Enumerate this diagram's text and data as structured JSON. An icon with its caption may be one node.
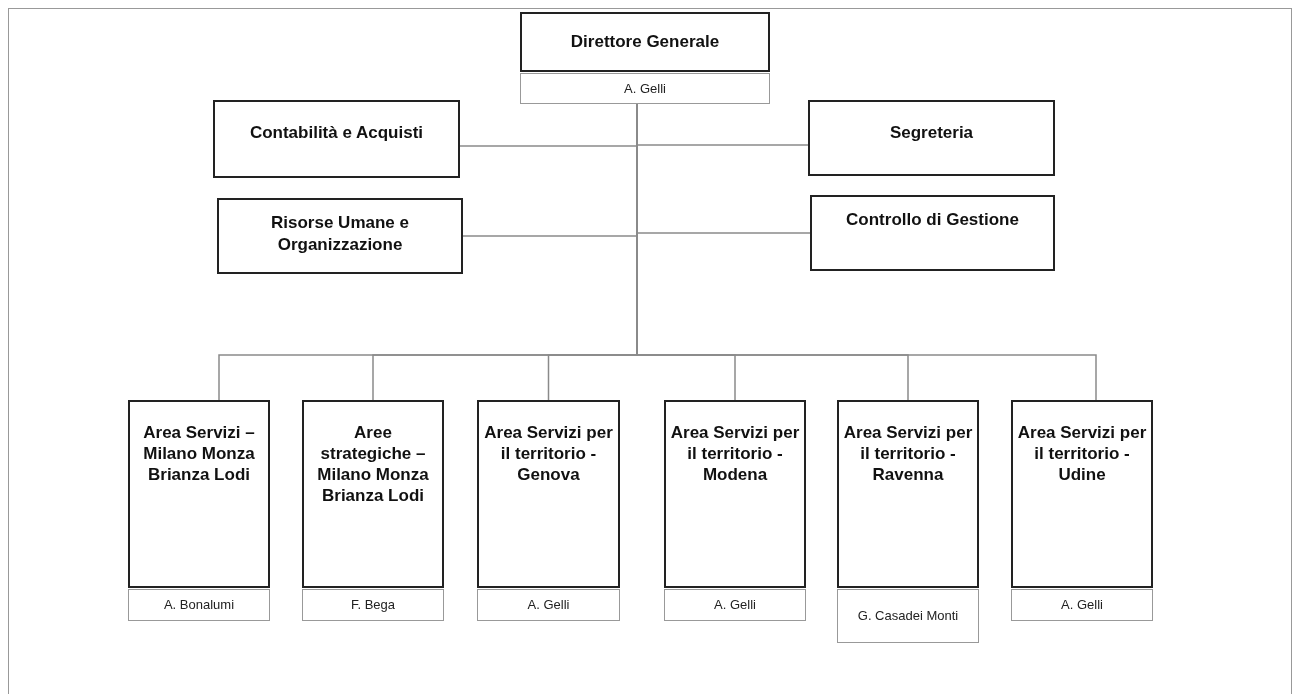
{
  "diagram": {
    "nodes": [
      {
        "text": [
          "Direttore Generale"
        ],
        "beside": [
          "A. Gelli"
        ]
      },
      {
        "text": [
          "Contabilità e Acquisti"
        ]
      },
      {
        "text": [
          "Segreteria"
        ]
      },
      {
        "text": [
          "Risorse Umane e Organizzazione"
        ]
      },
      {
        "text": [
          "Controllo di Gestione"
        ]
      },
      {
        "text": [
          "Area Servizi – Milano Monza Brianza Lodi"
        ],
        "beside": [
          "A. Bonalumi"
        ]
      },
      {
        "text": [
          "Aree strategiche – Milano Monza Brianza Lodi"
        ],
        "beside": [
          "F. Bega"
        ]
      },
      {
        "text": [
          "Area Servizi per il territorio - Genova"
        ],
        "beside": [
          "A. Gelli"
        ]
      },
      {
        "text": [
          "Area Servizi per il territorio - Modena"
        ],
        "beside": [
          "A. Gelli"
        ]
      },
      {
        "text": [
          "Area Servizi per il territorio - Ravenna"
        ],
        "beside": [
          "G. Casadei Monti"
        ]
      },
      {
        "text": [
          "Area Servizi per il territorio - Udine"
        ],
        "beside": [
          "A. Gelli"
        ]
      }
    ],
    "edges": [
      {
        "from": 0,
        "to": 1,
        "arrow": "none"
      },
      {
        "from": 0,
        "to": 2,
        "arrow": "none"
      },
      {
        "from": 0,
        "to": 3,
        "arrow": "none"
      },
      {
        "from": 0,
        "to": 4,
        "arrow": "none"
      },
      {
        "from": 0,
        "to": 5,
        "arrow": "none"
      },
      {
        "from": 0,
        "to": 6,
        "arrow": "none"
      },
      {
        "from": 0,
        "to": 7,
        "arrow": "none"
      },
      {
        "from": 0,
        "to": 8,
        "arrow": "none"
      },
      {
        "from": 0,
        "to": 9,
        "arrow": "none"
      },
      {
        "from": 0,
        "to": 10,
        "arrow": "none"
      }
    ]
  }
}
